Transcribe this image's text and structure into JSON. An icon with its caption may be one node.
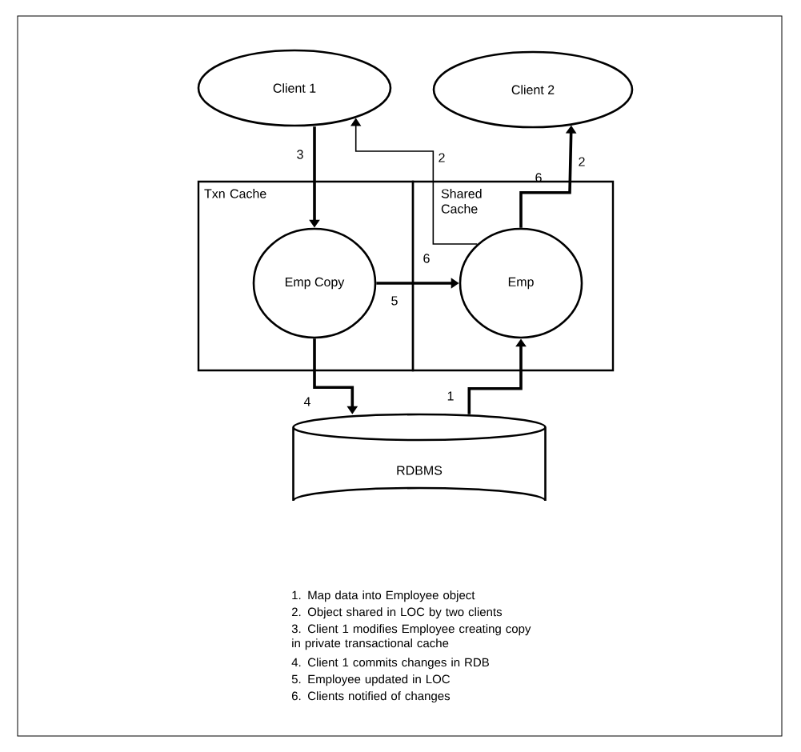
{
  "diagram": {
    "nodes": [
      {
        "text": [
          "Client 1"
        ]
      },
      {
        "text": [
          "Client 2"
        ]
      },
      {
        "text": [
          "Txn Cache"
        ]
      },
      {
        "text": [
          "Shared Cache"
        ]
      },
      {
        "text": [
          "Emp Copy"
        ],
        "in": 2
      },
      {
        "text": [
          "Emp"
        ],
        "in": 3
      },
      {
        "text": [
          "RDBMS"
        ]
      }
    ],
    "edges": [
      {
        "from": 0,
        "to": 4,
        "arrow": "to",
        "label": "3"
      },
      {
        "from": 5,
        "to": 0,
        "arrow": "to",
        "label": "2"
      },
      {
        "from": 5,
        "to": 1,
        "arrow": "to",
        "label": "2"
      },
      {
        "from": 4,
        "to": 5,
        "arrow": "to",
        "label": "5"
      },
      {
        "from": 4,
        "to": 6,
        "arrow": "to",
        "label": "4"
      },
      {
        "from": 6,
        "to": 5,
        "arrow": "to",
        "label": "1"
      }
    ],
    "labels": [
      "6",
      "6",
      "1. Map data into Employee object",
      "2. Object shared in LOC by two clients",
      "3. Client 1 modifies Employee creating copy in private transactional cache",
      "4. Client 1 commits changes in RDB",
      "5. Employee updated in LOC",
      "6. Clients notified of changes"
    ]
  }
}
